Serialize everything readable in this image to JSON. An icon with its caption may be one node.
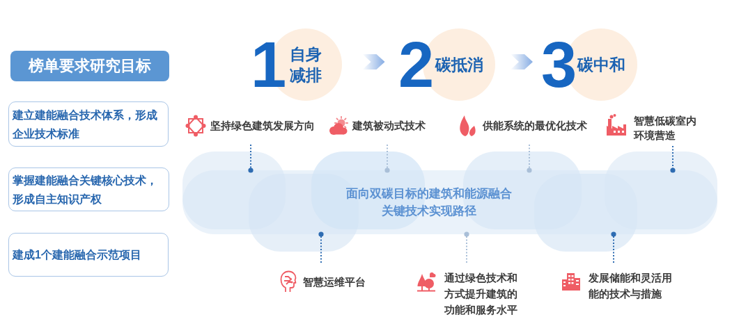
{
  "diagram": {
    "nodes": [
      {
        "text": [
          "榜单要求研究目标"
        ]
      },
      {
        "text": [
          "建立建能融合技术体系，形成企业技术标准"
        ]
      },
      {
        "text": [
          "掌握建能融合关键核心技术，形成自主知识产权"
        ]
      },
      {
        "text": [
          "建成1个建能融合示范项目"
        ]
      },
      {
        "text": [
          "1",
          "自身减排"
        ]
      },
      {
        "text": [
          "2",
          "碳抵消"
        ]
      },
      {
        "text": [
          "3",
          "碳中和"
        ]
      },
      {
        "text": [
          "坚持绿色建筑发展方向"
        ]
      },
      {
        "text": [
          "建筑被动式技术"
        ]
      },
      {
        "text": [
          "供能系统的最优化技术"
        ]
      },
      {
        "text": [
          "智慧低碳室内环境营造"
        ]
      },
      {
        "text": [
          "面向双碳目标的建筑和能源融合关键技术实现路径"
        ]
      },
      {
        "text": [
          "智慧运维平台"
        ]
      },
      {
        "text": [
          "通过绿色技术和方式提升建筑的功能和服务水平"
        ]
      },
      {
        "text": [
          "发展储能和灵活用能的技术与措施"
        ]
      }
    ],
    "edges": [
      {
        "from": 4,
        "to": 5,
        "arrow": "to"
      },
      {
        "from": 5,
        "to": 6,
        "arrow": "to"
      },
      {
        "from": 7,
        "to": 11,
        "arrow": "other",
        "style": "dashed"
      },
      {
        "from": 8,
        "to": 11,
        "arrow": "other",
        "style": "dashed",
        "color": "#a9bfd8"
      },
      {
        "from": 9,
        "to": 11,
        "arrow": "other",
        "style": "dashed",
        "color": "#a9bfd8"
      },
      {
        "from": 10,
        "to": 11,
        "arrow": "other",
        "style": "dashed"
      },
      {
        "from": 12,
        "to": 11,
        "arrow": "other",
        "style": "dashed"
      },
      {
        "from": 13,
        "to": 11,
        "arrow": "other",
        "style": "dashed",
        "color": "#a9bfd8"
      },
      {
        "from": 14,
        "to": 11,
        "arrow": "other",
        "style": "dashed"
      }
    ]
  }
}
